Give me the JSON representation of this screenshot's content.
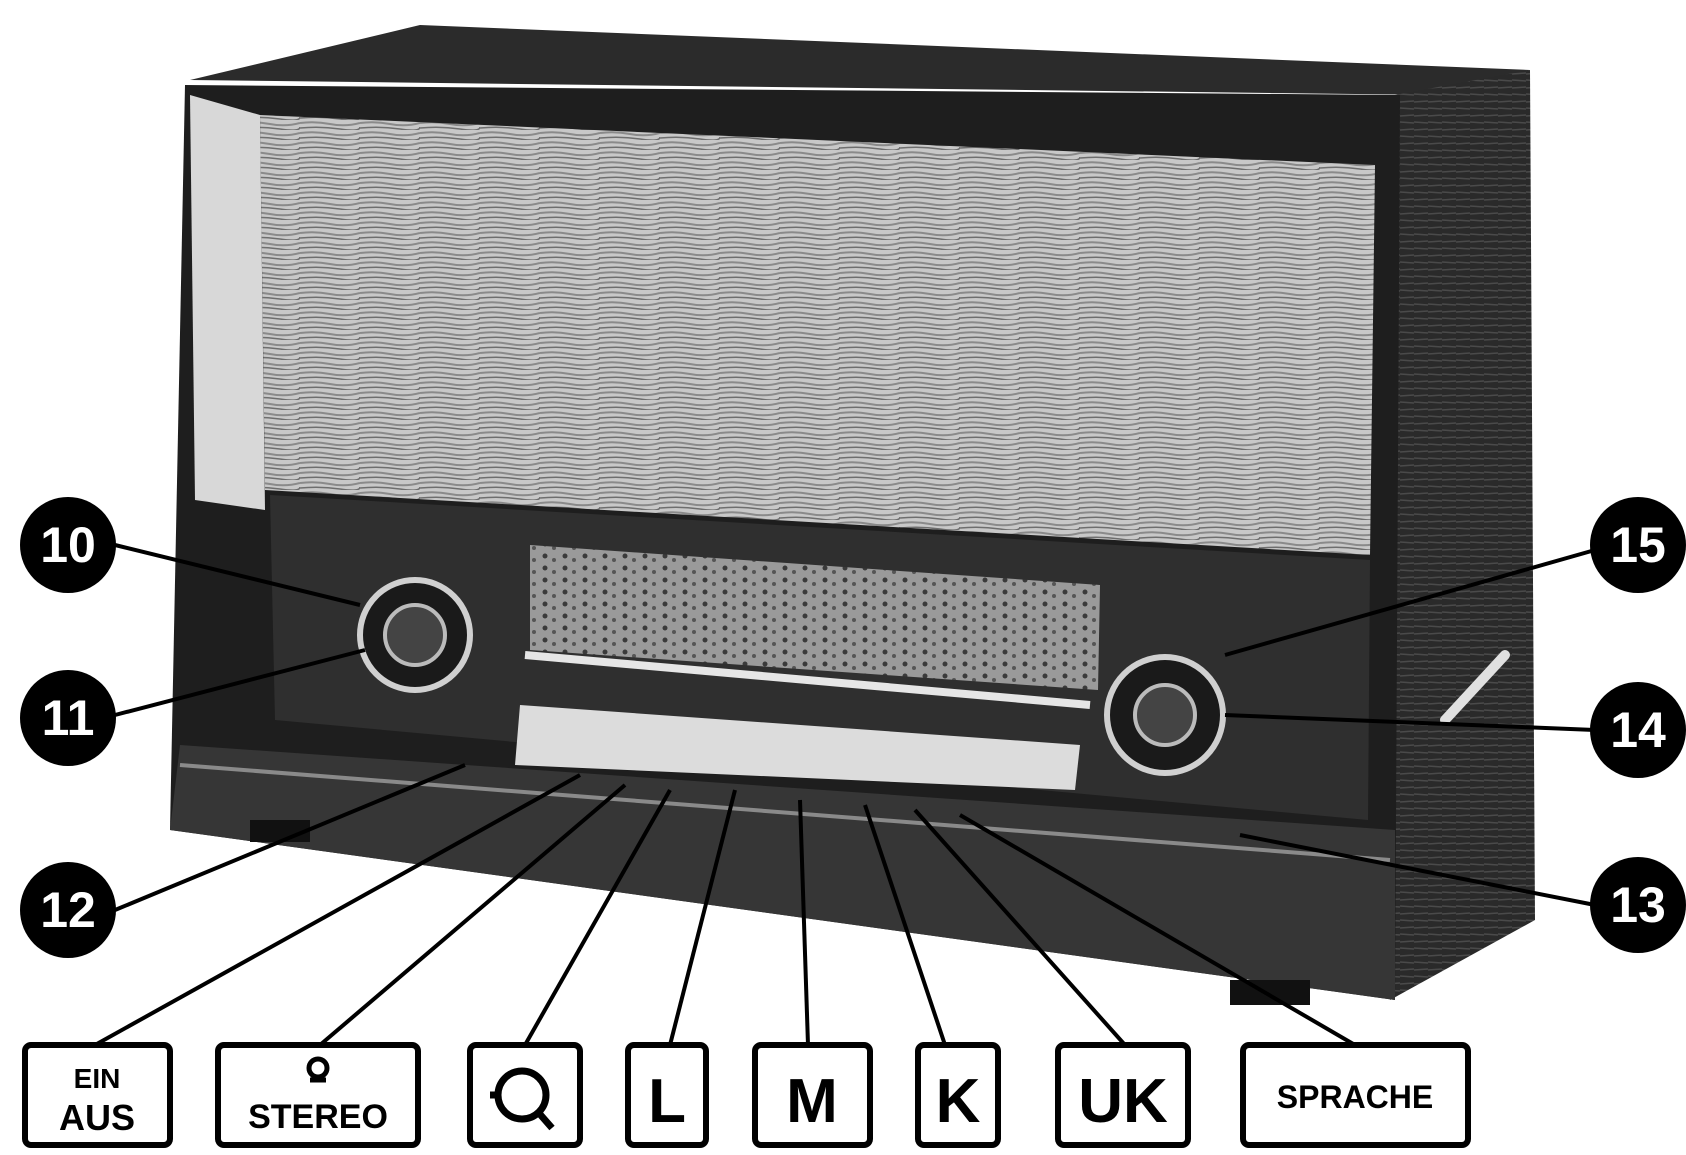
{
  "diagram": {
    "subject": "radio-receiver",
    "callouts": [
      {
        "id": "10",
        "label": "10"
      },
      {
        "id": "11",
        "label": "11"
      },
      {
        "id": "12",
        "label": "12"
      },
      {
        "id": "13",
        "label": "13"
      },
      {
        "id": "14",
        "label": "14"
      },
      {
        "id": "15",
        "label": "15"
      }
    ],
    "buttons": [
      {
        "id": "ein-aus",
        "line1": "EIN",
        "line2": "AUS"
      },
      {
        "id": "stereo",
        "line1": "",
        "line2": "STEREO",
        "icon": "stereo-icon"
      },
      {
        "id": "tone",
        "line1": "",
        "line2": "",
        "icon": "tone-curve-icon"
      },
      {
        "id": "l",
        "line1": "L",
        "line2": ""
      },
      {
        "id": "m",
        "line1": "M",
        "line2": ""
      },
      {
        "id": "k",
        "line1": "K",
        "line2": ""
      },
      {
        "id": "uk",
        "line1": "UK",
        "line2": ""
      },
      {
        "id": "sprache",
        "line1": "SPRACHE",
        "line2": ""
      }
    ],
    "colors": {
      "ink": "#000000",
      "paper": "#ffffff",
      "wood": "#3a3a3a",
      "grille": "#bdbdbd"
    }
  }
}
